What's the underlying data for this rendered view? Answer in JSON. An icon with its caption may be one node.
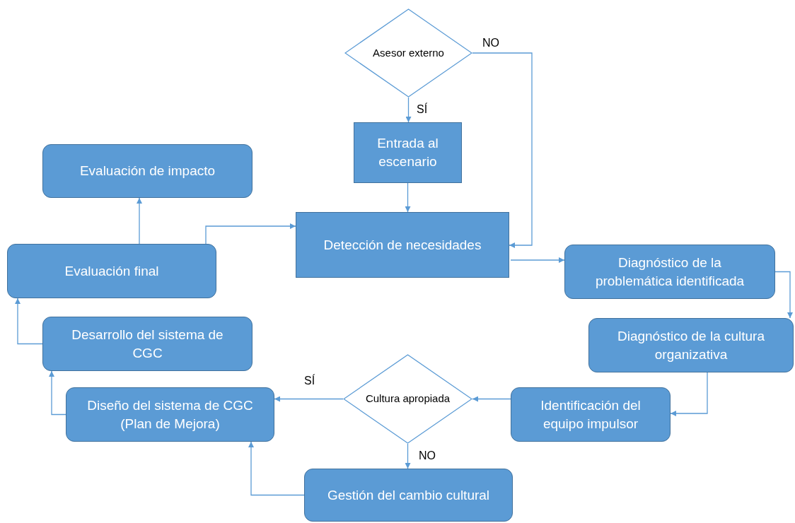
{
  "diagram": {
    "nodes": [
      {
        "text": [
          "Asesor externo"
        ]
      },
      {
        "text": [
          "Entrada al escenario"
        ]
      },
      {
        "text": [
          "Detección de necesidades"
        ]
      },
      {
        "text": [
          "Evaluación de impacto"
        ]
      },
      {
        "text": [
          "Evaluación final"
        ]
      },
      {
        "text": [
          "Diagnóstico de la problemática identificada"
        ]
      },
      {
        "text": [
          "Diagnóstico de la cultura organizativa"
        ]
      },
      {
        "text": [
          "Identificación del equipo impulsor"
        ]
      },
      {
        "text": [
          "Cultura apropiada"
        ]
      },
      {
        "text": [
          "Diseño del sistema de CGC (Plan de Mejora)"
        ]
      },
      {
        "text": [
          "Desarrollo del sistema de CGC"
        ]
      },
      {
        "text": [
          "Gestión del cambio cultural"
        ]
      }
    ],
    "edges": [
      {
        "from": 0,
        "to": 1,
        "arrow": "to",
        "label": "SÍ"
      },
      {
        "from": 0,
        "to": 2,
        "arrow": "to",
        "label": "NO"
      },
      {
        "from": 1,
        "to": 2,
        "arrow": "to"
      },
      {
        "from": 2,
        "to": 5,
        "arrow": "to"
      },
      {
        "from": 5,
        "to": 6,
        "arrow": "to"
      },
      {
        "from": 6,
        "to": 7,
        "arrow": "to"
      },
      {
        "from": 7,
        "to": 8,
        "arrow": "to"
      },
      {
        "from": 8,
        "to": 9,
        "arrow": "to",
        "label": "SÍ"
      },
      {
        "from": 8,
        "to": 11,
        "arrow": "to",
        "label": "NO"
      },
      {
        "from": 11,
        "to": 9,
        "arrow": "to"
      },
      {
        "from": 9,
        "to": 10,
        "arrow": "to"
      },
      {
        "from": 10,
        "to": 4,
        "arrow": "to"
      },
      {
        "from": 4,
        "to": 3,
        "arrow": "to"
      },
      {
        "from": 4,
        "to": 2,
        "arrow": "to"
      }
    ]
  }
}
